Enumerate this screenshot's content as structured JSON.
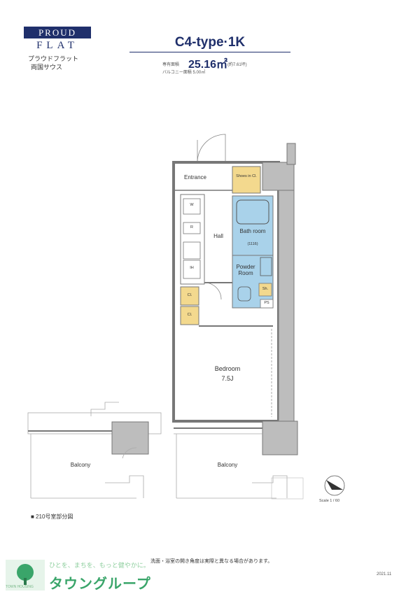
{
  "brand": {
    "name_line1": "PROUD",
    "name_line2": "FLAT",
    "kana": "プラウドフラット",
    "location": "両国サウス"
  },
  "header": {
    "type_title": "C4-type·1K",
    "area_label": "専有面積",
    "area_value": "25.16㎡",
    "area_tsubo": "(約7.61坪)",
    "balcony_area": "バルコニー面積 5.00㎡"
  },
  "rooms": {
    "entrance": "Entrance",
    "shoes_in_closet": "Shoes in Cl.",
    "hall": "Hall",
    "bathroom": "Bath room",
    "bath_size": "(1116)",
    "powder_room": "Powder Room",
    "bedroom": "Bedroom",
    "bedroom_size": "7.5J",
    "balcony_left": "Balcony",
    "balcony_right": "Balcony",
    "closet1": "Cl.",
    "closet2": "Cl.",
    "washer": "W",
    "fridge": "R",
    "stove": "IH",
    "ps": "PS",
    "shoes_label": "Sh."
  },
  "notes": {
    "floor_note": "■ 210号室部分図",
    "scale": "Scale 1 / 60",
    "disclaimer": "洗面・浴室の開き角度は実際と異なる場合があります。",
    "date": "2021.11"
  },
  "logo": {
    "tagline": "ひとを、まちを、もっと健やかに。",
    "company_sub": "TOWN HOUSING",
    "company_name": "タウングループ"
  },
  "colors": {
    "brand_navy": "#1f2f6b",
    "wall_gray": "#888888",
    "bath_blue": "#a9d2ea",
    "closet_yellow": "#f3d98e",
    "logo_green": "#3aa56a"
  }
}
